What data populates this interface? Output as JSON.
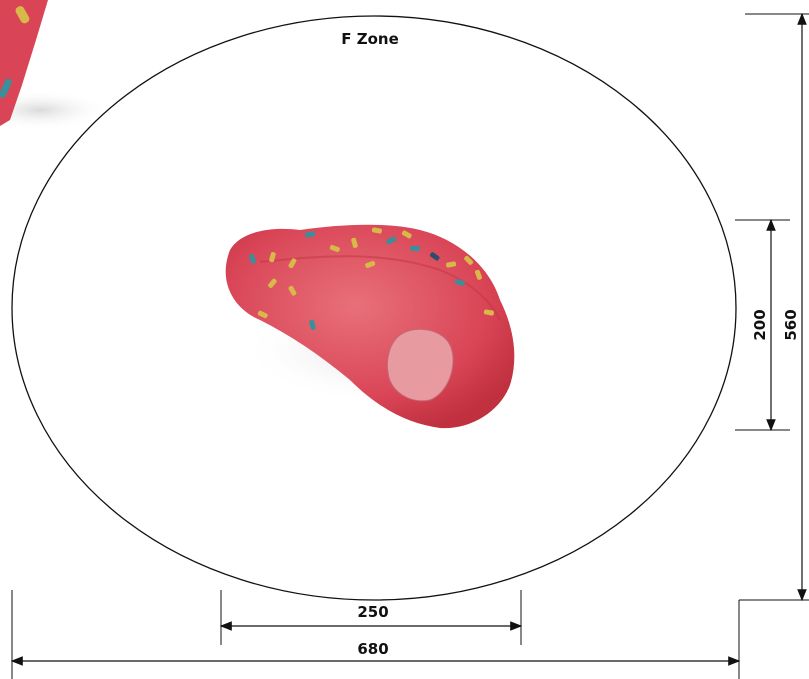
{
  "zone": {
    "label": "F Zone"
  },
  "dimensions": {
    "inner_width": "250",
    "outer_width": "680",
    "inner_height": "200",
    "outer_height": "560"
  },
  "colors": {
    "rock": "#de4f5c",
    "rock_dark": "#c23446",
    "hold_yellow": "#d9b84a",
    "hold_teal": "#3a8f9a",
    "line": "#111111"
  }
}
